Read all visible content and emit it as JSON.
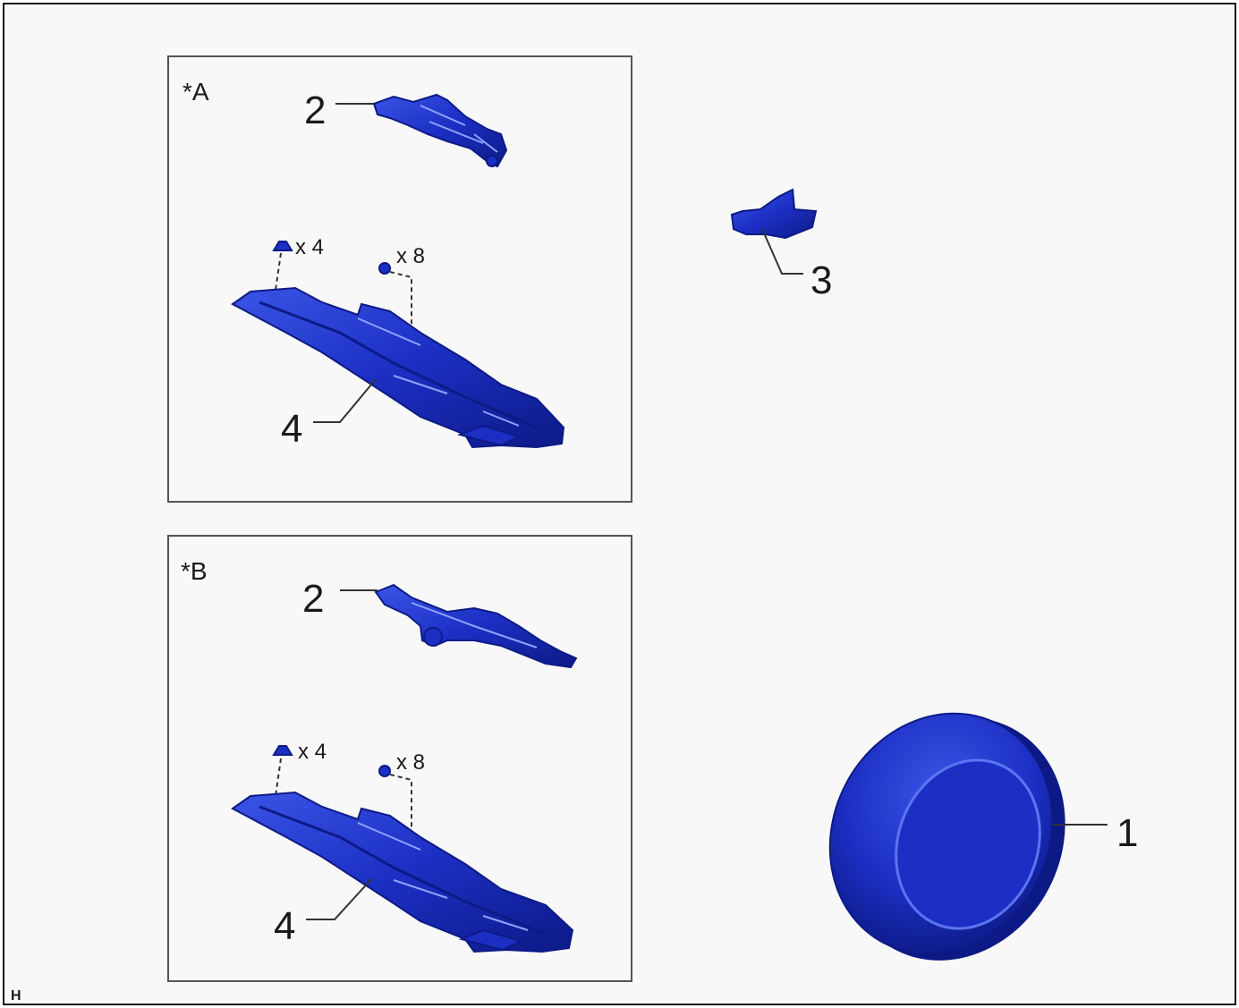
{
  "diagram": {
    "panel_a": {
      "label": "*A",
      "callouts": {
        "upper": "2",
        "lower": "4"
      },
      "qty_nut": "x 4",
      "qty_bolt": "x 8"
    },
    "panel_b": {
      "label": "*B",
      "callouts": {
        "upper": "2",
        "lower": "4"
      },
      "qty_nut": "x 4",
      "qty_bolt": "x 8"
    },
    "bracket_callout": "3",
    "tire_callout": "1",
    "corner_mark": "H"
  },
  "colors": {
    "part_fill": "#1c2fc4",
    "part_dark": "#0d1a86",
    "part_light": "#3a55e6",
    "line": "#333333",
    "background": "#f8f8f8"
  },
  "icons": {
    "upper_bracket": "engine-mount-bracket",
    "lower_member": "frame-crossmember",
    "nut": "flange-nut",
    "bolt": "flange-bolt",
    "small_bracket": "bracket",
    "tire": "spare-tire"
  }
}
